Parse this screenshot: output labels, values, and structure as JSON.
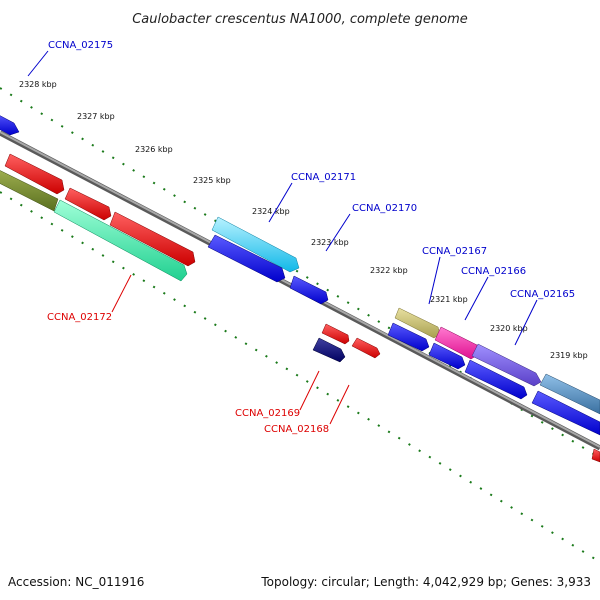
{
  "title": "Caulobacter crescentus NA1000, complete genome",
  "footer": {
    "accession": "Accession: NC_011916",
    "summary": "Topology: circular; Length: 4,042,929 bp; Genes: 3,933"
  },
  "ticks": [
    "2328 kbp",
    "2327 kbp",
    "2326 kbp",
    "2325 kbp",
    "2324 kbp",
    "2323 kbp",
    "2322 kbp",
    "2321 kbp",
    "2320 kbp",
    "2319 kbp"
  ],
  "gene_labels": {
    "CCNA_02175": "CCNA_02175",
    "CCNA_02172": "CCNA_02172",
    "CCNA_02171": "CCNA_02171",
    "CCNA_02170": "CCNA_02170",
    "CCNA_02169": "CCNA_02169",
    "CCNA_02168": "CCNA_02168",
    "CCNA_02167": "CCNA_02167",
    "CCNA_02166": "CCNA_02166",
    "CCNA_02165": "CCNA_02165"
  },
  "colors": {
    "forward_label": "#0000cc",
    "reverse_label": "#dd0000",
    "backbone": "#808080",
    "tick": "#1a7a1a"
  }
}
